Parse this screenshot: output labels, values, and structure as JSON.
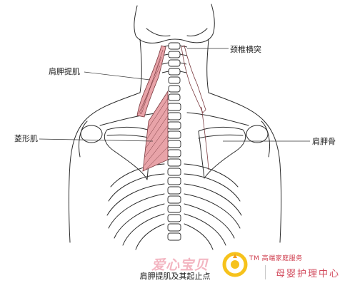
{
  "labels": {
    "levator_scapulae": "肩胛提肌",
    "rhomboid": "菱形肌",
    "transverse_process": "颈椎横突",
    "scapula": "肩胛骨"
  },
  "caption": "肩胛提肌及其起止点",
  "watermark": {
    "brand": "爱心宝贝",
    "tagline": "TM 高端家庭服务",
    "center": "母婴护理中心"
  },
  "colors": {
    "muscle_fill": "#e8a3a8",
    "muscle_stroke": "#7a3a3f",
    "line_art": "#2b2b2b",
    "watermark_pink": "#f2a9b7",
    "watermark_red": "#d24a5c",
    "logo_yellow": "#f6c21c"
  }
}
